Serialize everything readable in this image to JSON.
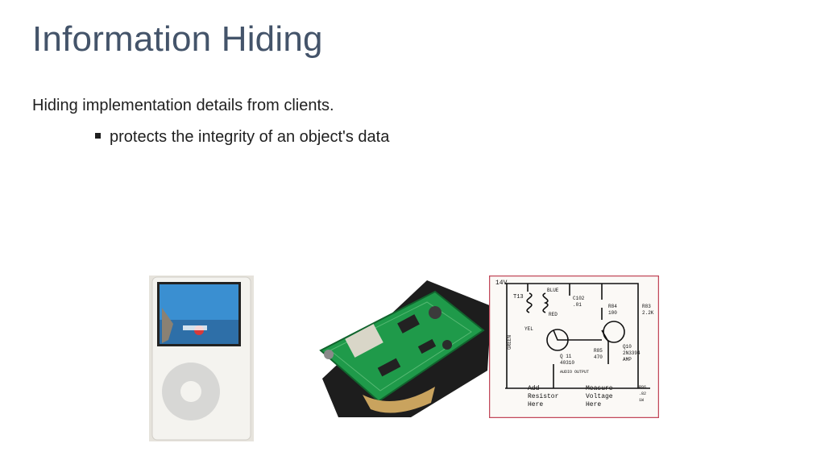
{
  "slide": {
    "title": "Information Hiding",
    "body": "Hiding implementation details from clients.",
    "bullets": [
      "protects the integrity of an object's data"
    ]
  },
  "images": {
    "schematic": {
      "supply": "14V",
      "transformer": "T13",
      "wire_labels": [
        "BLUE",
        "RED",
        "YEL",
        "GREEN"
      ],
      "capacitor": [
        "C102",
        ".01"
      ],
      "r84": [
        "R84",
        "100"
      ],
      "r83": [
        "R83",
        "2.2K"
      ],
      "r85": [
        "R85",
        "470"
      ],
      "q10": [
        "Q10",
        "2N3394",
        "AMP"
      ],
      "q11": [
        "Q 11",
        "40310"
      ],
      "audio_output": "AUDIO OUTPUT",
      "r86": [
        "R86",
        ".82",
        "1W"
      ],
      "note_add": [
        "Add",
        "Resistor",
        "Here"
      ],
      "note_measure": [
        "Measure",
        "Voltage",
        "Here"
      ]
    }
  }
}
